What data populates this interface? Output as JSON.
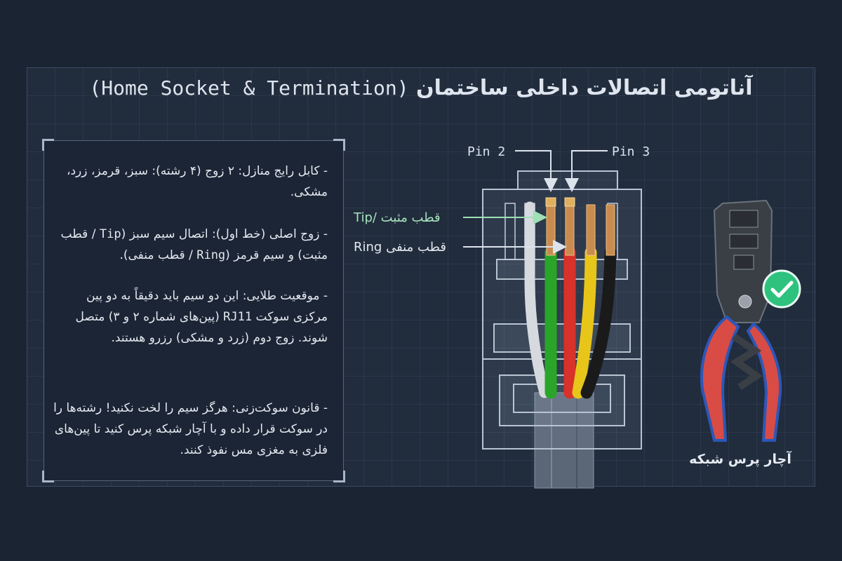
{
  "title": {
    "main": "آناتومی اتصالات داخلی ساختمان",
    "sub": "(Home Socket & Termination)"
  },
  "notes": [
    {
      "lead": "- کابل رایج منازل: ۲ زوج (۴ رشته): سبز، قرمز،",
      "rest": "زرد، مشکی."
    },
    {
      "lead": "- زوج اصلی (خط اول): اتصال سیم سبز (",
      "ltr1": "Tip",
      "mid": " / قطب مثبت) و سیم قرمز (",
      "ltr2": "Ring",
      "rest": " / قطب منفی)."
    },
    {
      "lead": "- موقعیت طلایی: این دو سیم باید دقیقاً به دو پین مرکزی سوکت ",
      "ltr1": "RJ11",
      "rest": " (پین‌های شماره ۲ و ۳) متصل شوند. زوج دوم (زرد و مشکی) رزرو هستند."
    },
    {
      "lead": "- قانون سوکت‌زنی: هرگز سیم را لخت نکنید!",
      "rest": "رشته‌ها را در سوکت قرار داده و با آچار شبکه پرس کنید تا پین‌های فلزی به مغزی مس نفوذ کنند."
    }
  ],
  "diagram": {
    "pin2": "Pin 2",
    "pin3": "Pin 3",
    "tip_label": "Tip/ قطب مثبت",
    "ring_label": "Ring قطب منفی",
    "wires": [
      "white",
      "green",
      "red",
      "yellow",
      "black"
    ]
  },
  "crimper": {
    "label": "آچار پرس شبکه",
    "check_icon": "check-icon"
  },
  "colors": {
    "background": "#1b2433",
    "panel": "#212c3d",
    "accent_green": "#2ec27e",
    "wire_green": "#2aa52a",
    "wire_red": "#d8322a",
    "wire_yellow": "#e8c619",
    "wire_black": "#1a1a1a",
    "crimper_red": "#d94b45",
    "crimper_blue": "#2c57b8"
  }
}
